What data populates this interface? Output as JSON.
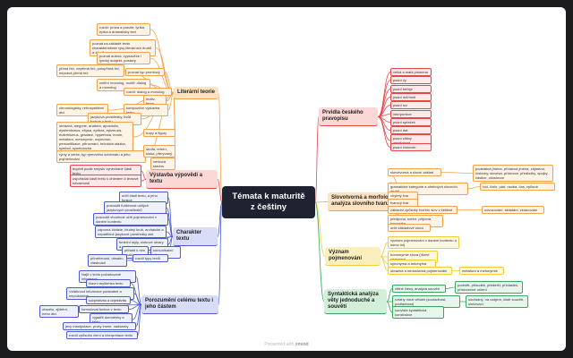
{
  "center": "Témata k maturitě z češtiny",
  "branches": {
    "literarni_teorie": {
      "title": "Literární teorie",
      "items": [
        "rozdíl: próza a poezie; lyrika, epika a dramatický text",
        "poznat na základě textu charakteristické rysy literárních druhů a žánrů",
        "poznat autora, vypravěče / lyrický subjekt, postavy",
        "přímá řeč, nepřímá řeč, polopřímá řeč, nepravá přímá řeč",
        "poznat typ promluvy",
        "vnitřní monolog, rozdíl: dialog a monolog",
        "rozdíl: dialog a monolog",
        "motiv, téma",
        "chronologicky, retrospektivní atd.",
        "kompoziční výstavba textu",
        "jazyková prostředky, kvůli funkce v textu",
        "obrazná, alegorie, anafora, apostrofa, dysfemismus, elipsa, epifora, epizeuxis, eufemismus, gradace, hyperbola, ironie, metafora, metonymie, oxymóron, personifikace, přirovnání, řečnická otázka, symbol, synekdocha",
        "tropy a figury",
        "rýmy a verše; typ rýmového schématu a jeho pojmenování",
        "strofa, refrén, sloka, přerývaný",
        "veršová stavba"
      ]
    },
    "vystavba": {
      "title": "Výstavba výpovědí a textu",
      "items": [
        "doplnit podle smyslu vynechané části textu",
        "uspořádat části textu s ohledem k textové návaznosti"
      ]
    },
    "charakter": {
      "title": "Charakter textu",
      "items": [
        "určit části textu, a jeho funkce",
        "posoudit funkčnost užitých jazykových prostředků",
        "posoudit vhodnost užití pojmenování v daném kontextu",
        "záporná činitele, bludný kruh, archaické a nepatřičné jazykové prostředky atd.",
        "funkční styly, slohové útvary a postupy",
        "přiřadit k nim znaky",
        "komunikační situace",
        "přiměřenost, obsahu, vlastnosti",
        "rozdíl typy textů"
      ]
    },
    "porozumeni": {
      "title": "Porozumění celému textu i jeho částem",
      "items": [
        "Najít v textu požadované informace",
        "hlavní myšlenka textu",
        "Vztáhnout informace podstatné a nepodstatné",
        "subjektivita a objektivita",
        "obsahu, zjištění, nebo atd.",
        "formulovat funkce v textu",
        "vyjádřit domněnky a fakty",
        "jevy manipulace, prvky ironie, nadsázky",
        "rozdíl způsobu čtení a interpretace textu"
      ]
    },
    "pravopis": {
      "title": "Prvidla českého pravopisu",
      "items": [
        "velká a malá písmena",
        "psaní i/y",
        "psaní bě/bje",
        "psaní mě/mně",
        "psaní s/z",
        "interpunkce",
        "psaní spřežek",
        "psaní dat",
        "psaní slitiny zeměpisné",
        "psaní číslovek"
      ]
    },
    "tvoreni": {
      "title": "Slovotvorná a morfologická analýza slovního tvaru",
      "items": [
        "slovotvorná a slovní základ",
        "gramatické kategorie a ohebných slovních druhů",
        "chybný tvar slova",
        "tvarový tvar slova",
        "základní způsoby tvoření slov v češtině",
        "předpona, kořen, přípona, koncovka",
        "určit základové slovo"
      ],
      "subs": [
        "podstatná jména, přídavná jména, zájmena, číslovky, slovesa, příslovce, předložky, spojky, částice, citoslovce",
        "rod, číslo, pád, osoba, čas, způsob",
        "odvozování, skládání, zkracování"
      ]
    },
    "vyznam": {
      "title": "Význam pojmenování",
      "items": [
        "význam pojmenování v daném kontextu a mimo něj",
        "homonymie slova (různé významy)",
        "synonyma a antonyma",
        "obrazná a nedoslovná pojmenování"
      ],
      "subs": [
        "metafora a metonymie"
      ]
    },
    "syntax": {
      "title": "Syntaktická analýza věty jednoduché a souvětí",
      "items": [
        "větné členy, analýza souvětí",
        "vztahy mezi větami (souřadnost, podřadnost)",
        "souvislá syntaktická konstrukce"
      ],
      "subs": [
        "podmět, přísudek, předmět, přívlastek, příslovečné určení",
        "souřadný, na vzájem, čistě souvětí, slučovací"
      ]
    }
  },
  "footer": {
    "prefix": "Presented with",
    "brand": "xmind"
  },
  "colors": {
    "center_bg": "#1f2230",
    "orange": "#f3a14a",
    "red": "#e8474a",
    "blue": "#4a5bd4",
    "yellow": "#f2cd3a",
    "green": "#3aa85a"
  }
}
